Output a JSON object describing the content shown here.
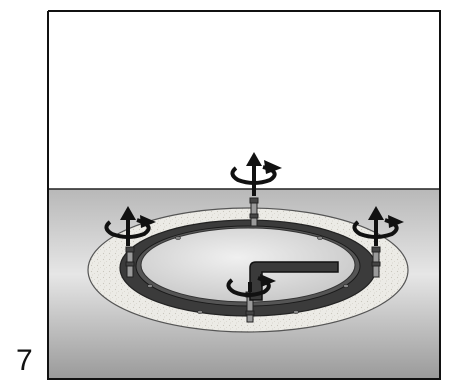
{
  "step": {
    "number": "7"
  },
  "figure": {
    "name": "install-ring-tighten-screws",
    "screws": [
      "rear",
      "left",
      "right",
      "front"
    ],
    "colors": {
      "frame": "#111111",
      "wall": "#ffffff",
      "floor_light": "#d9d9d9",
      "floor_dark": "#8a8a8a",
      "gasket": "#e8e6e0",
      "ring": "#3a3a3a",
      "lid": "#cfcfcf"
    }
  }
}
